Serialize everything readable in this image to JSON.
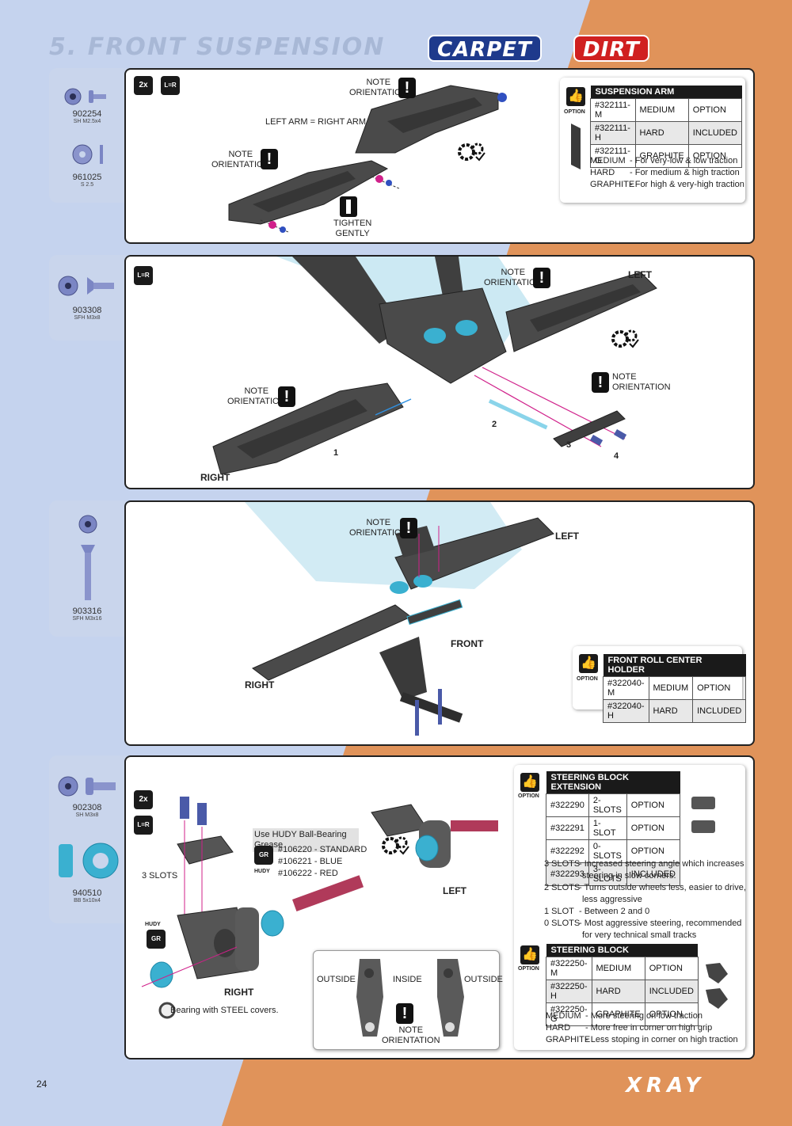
{
  "header": {
    "title": "5. FRONT SUSPENSION",
    "badge_carpet": "CARPET",
    "badge_dirt": "DIRT"
  },
  "colors": {
    "bg_blue": "#c5d3ee",
    "bg_orange": "#e0935a",
    "carpet_badge": "#1e3a8c",
    "dirt_badge": "#d02020"
  },
  "step1": {
    "parts": [
      {
        "code": "902254",
        "size": "SH M2.5x4"
      },
      {
        "code": "961025",
        "size": "S 2.5"
      }
    ],
    "qty": "2x",
    "lr": "L=R",
    "note1": "NOTE\nORIENTATION",
    "note2": "NOTE\nORIENTATION",
    "left_right": "LEFT ARM = RIGHT ARM",
    "tighten": "TIGHTEN\nGENTLY",
    "option": {
      "label": "OPTION",
      "title": "SUSPENSION ARM",
      "rows": [
        [
          "#322111-M",
          "MEDIUM",
          "OPTION"
        ],
        [
          "#322111-H",
          "HARD",
          "INCLUDED"
        ],
        [
          "#322111-G",
          "GRAPHITE",
          "OPTION"
        ]
      ],
      "notes": [
        [
          "MEDIUM",
          "- For very-low & low traction"
        ],
        [
          "HARD",
          "- For medium & high traction"
        ],
        [
          "GRAPHITE",
          "- For high & very-high traction"
        ]
      ]
    }
  },
  "step2": {
    "parts": [
      {
        "code": "903308",
        "size": "SFH M3x8"
      }
    ],
    "lr": "L=R",
    "note_a": "NOTE\nORIENTATION",
    "note_b": "NOTE\nORIENTATION",
    "note_c": "NOTE\nORIENTATION",
    "left": "LEFT",
    "right": "RIGHT",
    "n1": "1",
    "n2": "2",
    "n3": "3",
    "n4": "4"
  },
  "step3": {
    "parts": [
      {
        "code": "903316",
        "size": "SFH M3x16"
      }
    ],
    "note": "NOTE\nORIENTATION",
    "left": "LEFT",
    "right": "RIGHT",
    "front": "FRONT",
    "option": {
      "label": "OPTION",
      "title": "FRONT ROLL CENTER HOLDER",
      "rows": [
        [
          "#322040-M",
          "MEDIUM",
          "OPTION"
        ],
        [
          "#322040-H",
          "HARD",
          "INCLUDED"
        ]
      ]
    }
  },
  "step4": {
    "parts": [
      {
        "code": "902308",
        "size": "SH M3x8"
      },
      {
        "code": "940510",
        "size": "BB 5x10x4"
      }
    ],
    "qty": "2x",
    "lr": "L=R",
    "slots": "3 SLOTS",
    "hudy_title": "Use HUDY Ball-Bearing Grease",
    "hudy_items": [
      "#106220 - STANDARD",
      "#106221 - BLUE",
      "#106222 - RED"
    ],
    "hudy": "HUDY",
    "gr": "GR",
    "left": "LEFT",
    "right": "RIGHT",
    "bearing_note": "Bearing with STEEL covers.",
    "outside1": "OUTSIDE",
    "inside": "INSIDE",
    "outside2": "OUTSIDE",
    "note": "NOTE\nORIENTATION",
    "opt_ext": {
      "label": "OPTION",
      "title": "STEERING  BLOCK EXTENSION",
      "rows": [
        [
          "#322290",
          "2-SLOTS",
          "OPTION"
        ],
        [
          "#322291",
          "1-SLOT",
          "OPTION"
        ],
        [
          "#322292",
          "0-SLOTS",
          "OPTION"
        ],
        [
          "#322293",
          "3-SLOTS",
          "INCLUDED"
        ]
      ],
      "notes": [
        [
          "3 SLOTS",
          "- Increased steering angle which increases",
          "steering in slow corners."
        ],
        [
          "2 SLOTS",
          "- Turns outside wheels less, easier to drive,",
          "less aggressive"
        ],
        [
          "1 SLOT",
          "- Between 2 and 0",
          ""
        ],
        [
          "0 SLOTS",
          "- Most aggressive steering, recommended",
          "for very technical small tracks"
        ]
      ]
    },
    "opt_block": {
      "label": "OPTION",
      "title": "STEERING  BLOCK",
      "rows": [
        [
          "#322250-M",
          "MEDIUM",
          "OPTION"
        ],
        [
          "#322250-H",
          "HARD",
          "INCLUDED"
        ],
        [
          "#322250-G",
          "GRAPHITE",
          "OPTION"
        ]
      ],
      "notes": [
        [
          "MEDIUM",
          "- More steering on low traction"
        ],
        [
          "HARD",
          "- More free in corner on high grip"
        ],
        [
          "GRAPHITE",
          "- Less stoping in corner on high traction"
        ]
      ]
    }
  },
  "footer": {
    "page": "24",
    "logo": "XRAY"
  }
}
